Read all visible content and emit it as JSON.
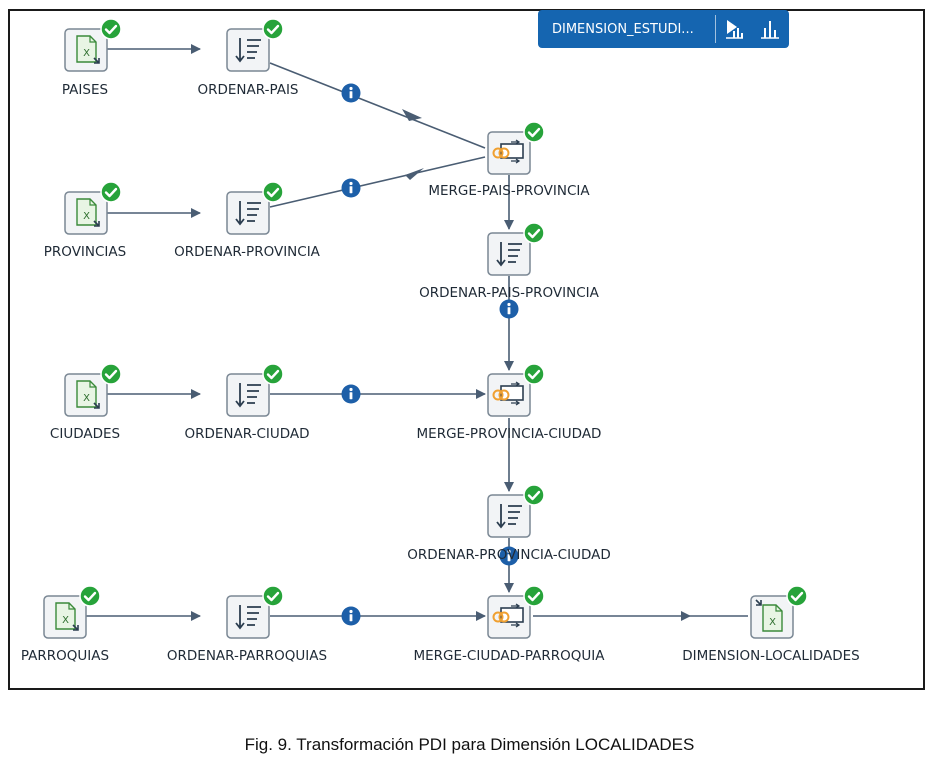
{
  "toolbar": {
    "title": "DIMENSION_ESTUDI...",
    "run_icon": "run-step-icon",
    "metrics_icon": "metrics-icon"
  },
  "colors": {
    "hop": "#4a5d73",
    "info": "#1d5fa8",
    "check": "#27a33a",
    "merge_ring": "#f0a030",
    "toolbar": "#1565b0"
  },
  "steps": {
    "paises": "PAISES",
    "ordenar_pais": "ORDENAR-PAIS",
    "provincias": "PROVINCIAS",
    "ordenar_provincia": "ORDENAR-PROVINCIA",
    "merge_pais_provincia": "MERGE-PAIS-PROVINCIA",
    "ordenar_pais_provincia": "ORDENAR-PAIS-PROVINCIA",
    "ciudades": "CIUDADES",
    "ordenar_ciudad": "ORDENAR-CIUDAD",
    "merge_provincia_ciudad": "MERGE-PROVINCIA-CIUDAD",
    "ordenar_provincia_ciudad": "ORDENAR-PROVINCIA-CIUDAD",
    "parroquias": "PARROQUIAS",
    "ordenar_parroquias": "ORDENAR-PARROQUIAS",
    "merge_ciudad_parroquia": "MERGE-CIUDAD-PARROQUIA",
    "dimension_localidades": "DIMENSION-LOCALIDADES"
  },
  "caption": "Fig.  9. Transformación PDI para Dimensión LOCALIDADES"
}
